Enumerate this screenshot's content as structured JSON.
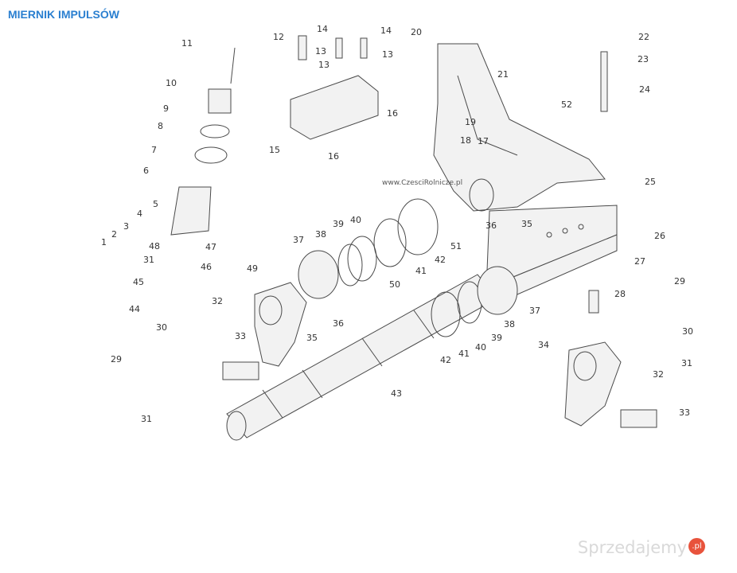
{
  "header": {
    "title": "MIERNIK IMPULSÓW"
  },
  "watermark": {
    "site": "www.CzesciRolnicze.pl"
  },
  "brand": {
    "name": "Sprzedajemy",
    "suffix": ".pl",
    "color": "#e8533c"
  },
  "accent_color": "#2a7fd0",
  "part_numbers": [
    "1",
    "2",
    "3",
    "4",
    "5",
    "6",
    "7",
    "8",
    "9",
    "10",
    "11",
    "12",
    "13",
    "13",
    "13",
    "14",
    "14",
    "15",
    "16",
    "16",
    "17",
    "18",
    "19",
    "20",
    "21",
    "22",
    "23",
    "24",
    "25",
    "26",
    "27",
    "28",
    "29",
    "29",
    "30",
    "30",
    "31",
    "31",
    "31",
    "32",
    "32",
    "33",
    "33",
    "34",
    "35",
    "35",
    "36",
    "36",
    "37",
    "37",
    "38",
    "38",
    "39",
    "39",
    "40",
    "40",
    "41",
    "41",
    "42",
    "42",
    "43",
    "44",
    "45",
    "46",
    "47",
    "48",
    "49",
    "50",
    "51",
    "52"
  ]
}
